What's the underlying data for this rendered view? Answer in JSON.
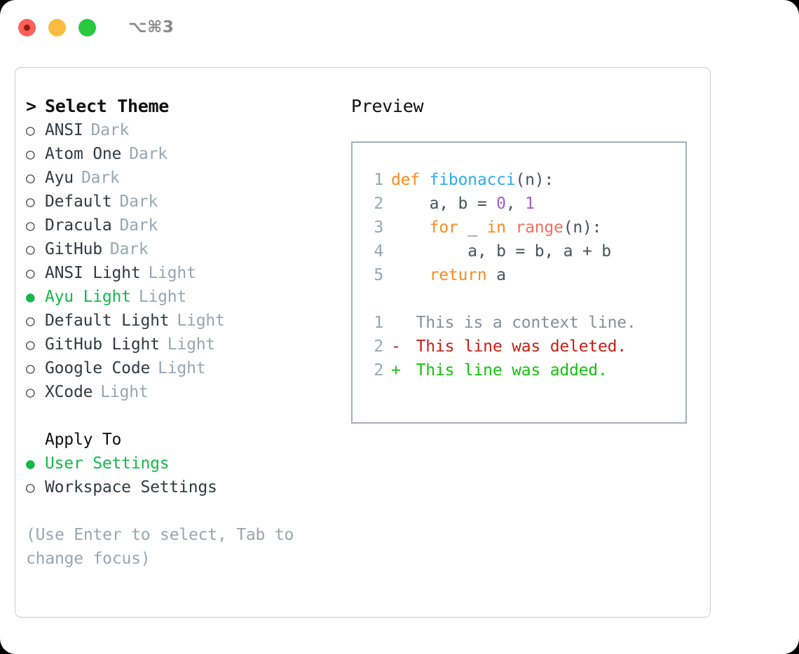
{
  "titlebar": {
    "shortcut": "⌥⌘3",
    "buttons": [
      "close",
      "minimize",
      "maximize"
    ]
  },
  "colors": {
    "accent_green": "#14b84b",
    "muted_gray": "#9aa5b1",
    "text_dark": "#333940",
    "keyword_orange": "#f98b20",
    "function_blue": "#2eaaf0",
    "number_purple": "#a35bd6",
    "call_salmon": "#f4705f",
    "diff_add": "#13c20d",
    "diff_del": "#c81e14",
    "border": "#c9ccd1"
  },
  "theme_panel": {
    "title": "Select Theme",
    "caret": ">",
    "bullet_selected": "●",
    "bullet_unselected": "○",
    "items": [
      {
        "name": "ANSI",
        "tag": "Dark",
        "selected": false
      },
      {
        "name": "Atom One",
        "tag": "Dark",
        "selected": false
      },
      {
        "name": "Ayu",
        "tag": "Dark",
        "selected": false
      },
      {
        "name": "Default",
        "tag": "Dark",
        "selected": false
      },
      {
        "name": "Dracula",
        "tag": "Dark",
        "selected": false
      },
      {
        "name": "GitHub",
        "tag": "Dark",
        "selected": false
      },
      {
        "name": "ANSI Light",
        "tag": "Light",
        "selected": false
      },
      {
        "name": "Ayu Light",
        "tag": "Light",
        "selected": true
      },
      {
        "name": "Default Light",
        "tag": "Light",
        "selected": false
      },
      {
        "name": "GitHub Light",
        "tag": "Light",
        "selected": false
      },
      {
        "name": "Google Code",
        "tag": "Light",
        "selected": false
      },
      {
        "name": "XCode",
        "tag": "Light",
        "selected": false
      }
    ]
  },
  "apply_to": {
    "header": "Apply To",
    "items": [
      {
        "name": "User Settings",
        "selected": true
      },
      {
        "name": "Workspace Settings",
        "selected": false
      }
    ]
  },
  "hint": "(Use Enter to select, Tab to change focus)",
  "preview": {
    "title": "Preview",
    "code_lines": [
      {
        "num": "1",
        "tokens": [
          {
            "t": "def ",
            "c": "tok-kw"
          },
          {
            "t": "fibonacci",
            "c": "tok-fn"
          },
          {
            "t": "(n):",
            "c": "tok-txt"
          }
        ]
      },
      {
        "num": "2",
        "tokens": [
          {
            "t": "    a, b = ",
            "c": "tok-txt"
          },
          {
            "t": "0",
            "c": "tok-num"
          },
          {
            "t": ", ",
            "c": "tok-txt"
          },
          {
            "t": "1",
            "c": "tok-num"
          }
        ]
      },
      {
        "num": "3",
        "tokens": [
          {
            "t": "    ",
            "c": "tok-txt"
          },
          {
            "t": "for",
            "c": "tok-kw"
          },
          {
            "t": " _ ",
            "c": "tok-txt"
          },
          {
            "t": "in",
            "c": "tok-kw"
          },
          {
            "t": " ",
            "c": "tok-txt"
          },
          {
            "t": "range",
            "c": "tok-call"
          },
          {
            "t": "(n):",
            "c": "tok-txt"
          }
        ]
      },
      {
        "num": "4",
        "tokens": [
          {
            "t": "        a, b = b, a + b",
            "c": "tok-txt"
          }
        ]
      },
      {
        "num": "5",
        "tokens": [
          {
            "t": "    ",
            "c": "tok-txt"
          },
          {
            "t": "return",
            "c": "tok-kw"
          },
          {
            "t": " a",
            "c": "tok-txt"
          }
        ]
      }
    ],
    "diff_lines": [
      {
        "num": "1",
        "mark": " ",
        "text": " This is a context line.",
        "cls": "dif-ctx"
      },
      {
        "num": "2",
        "mark": "-",
        "text": " This line was deleted.",
        "cls": "dif-del"
      },
      {
        "num": "2",
        "mark": "+",
        "text": " This line was added.",
        "cls": "dif-add"
      }
    ]
  }
}
